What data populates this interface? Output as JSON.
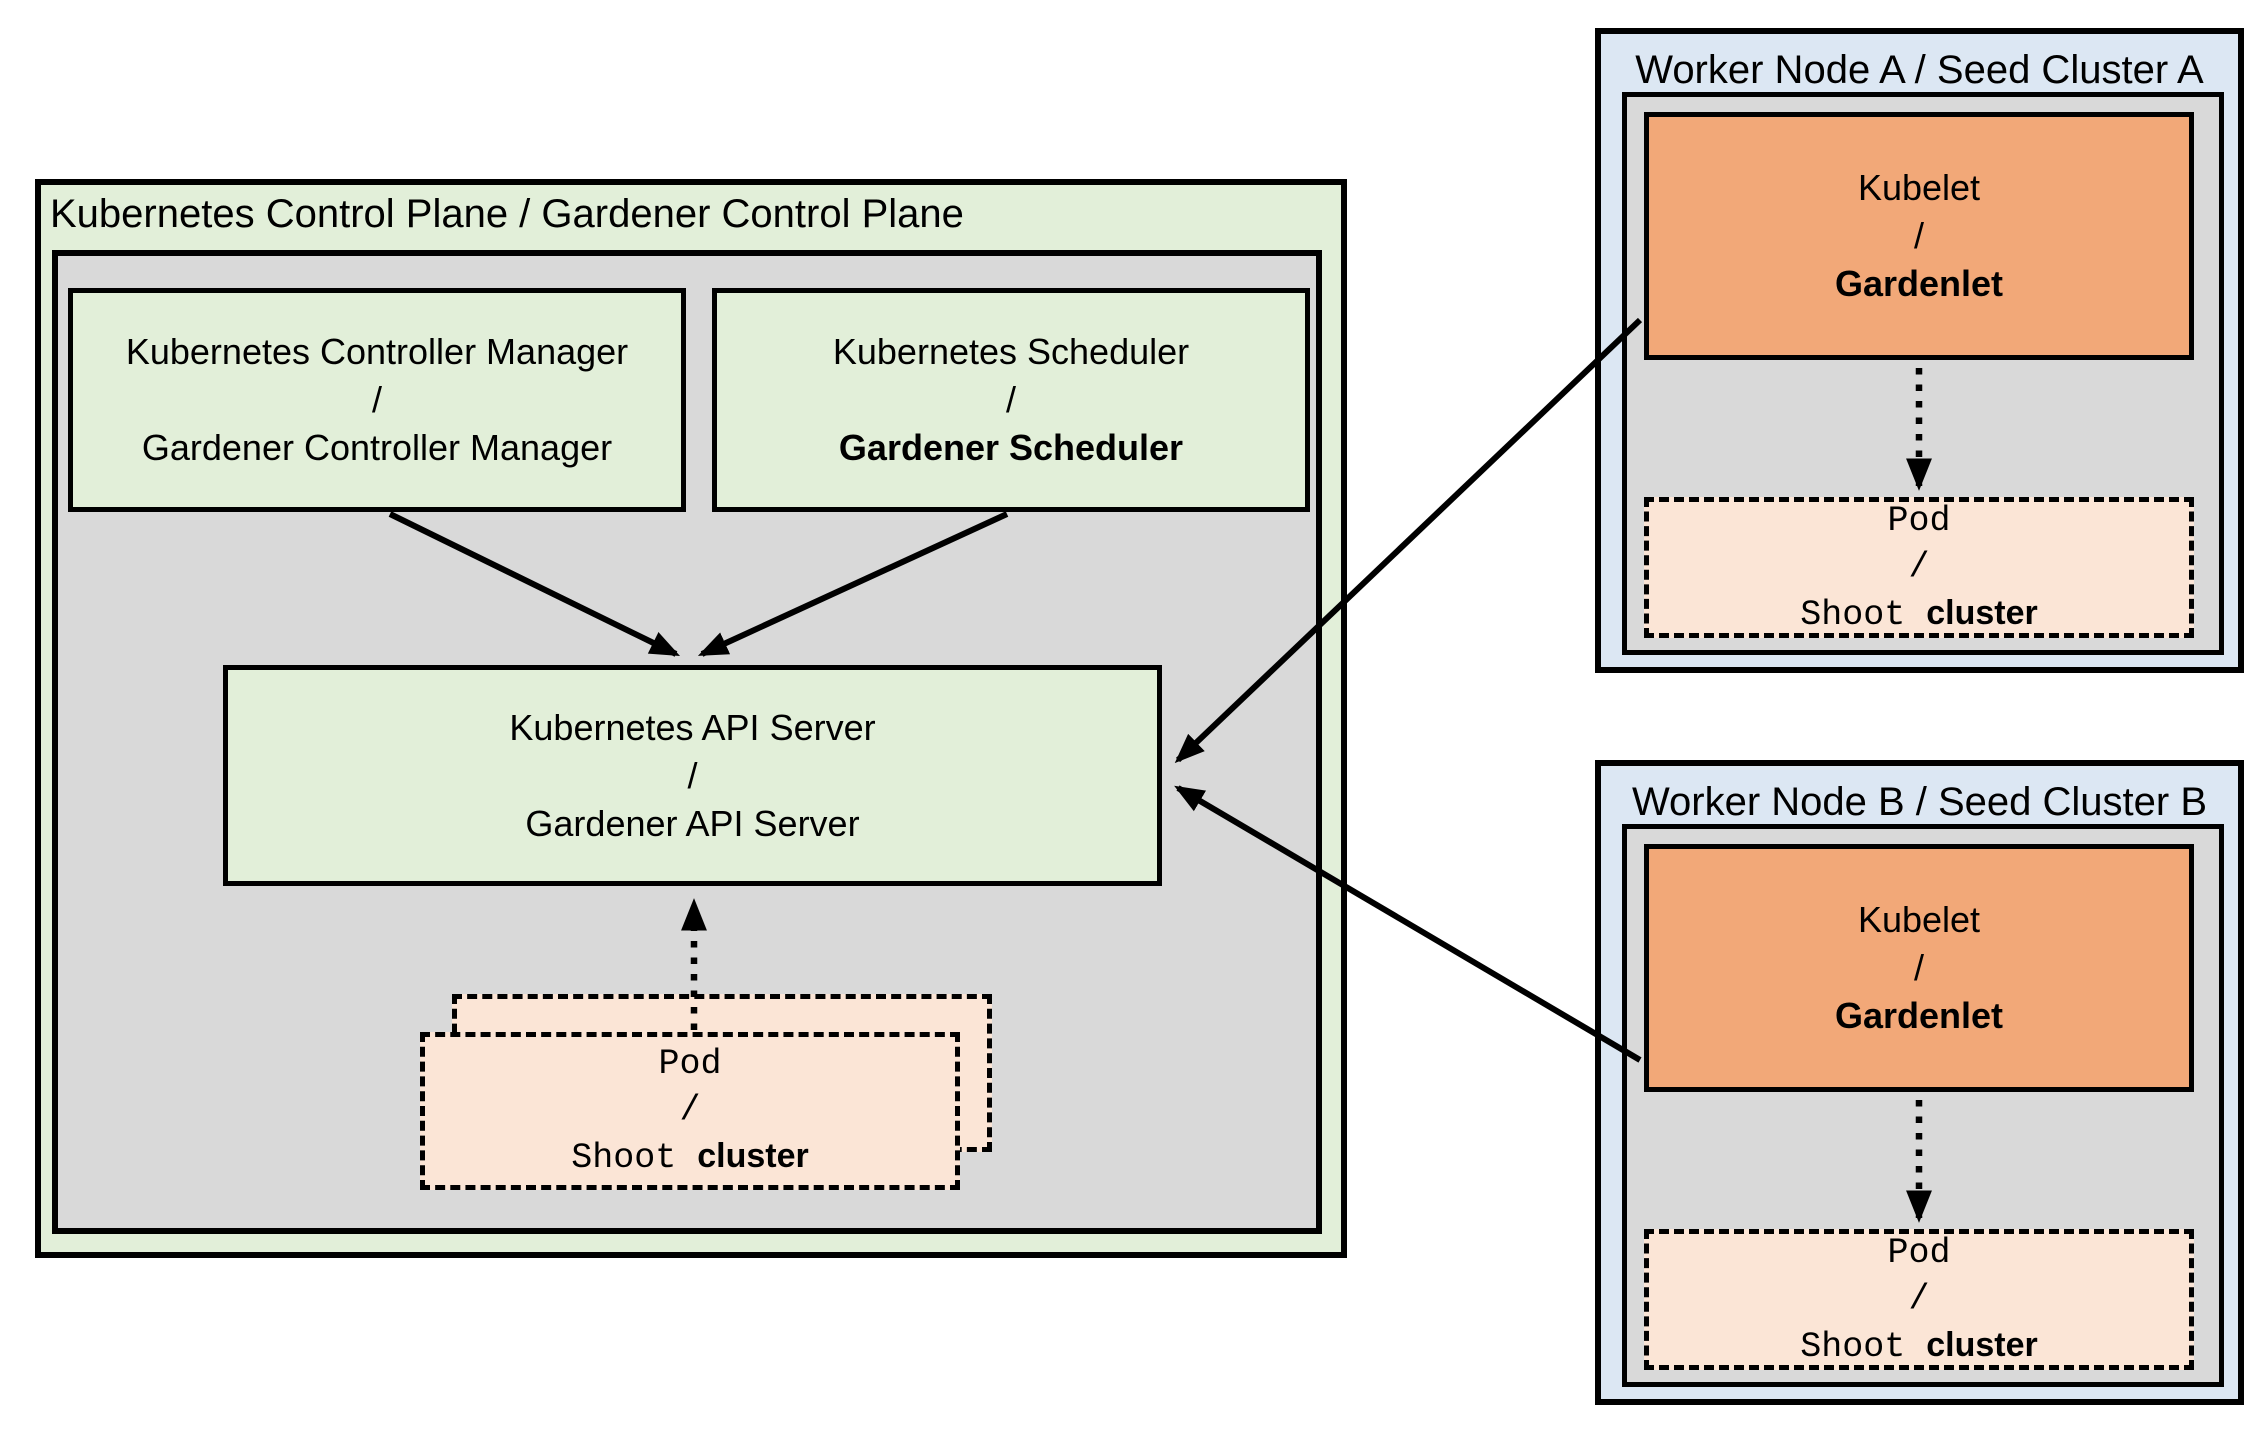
{
  "colors": {
    "green-fill": "#e2efd9",
    "gray-fill": "#d9d9d9",
    "blue-fill": "#dce7f3",
    "orange-fill": "#f2a878",
    "peach-fill": "#fbe5d6",
    "border": "#000000"
  },
  "control_plane": {
    "title": "Kubernetes Control Plane / Gardener Control Plane",
    "controller_manager": {
      "line1": "Kubernetes Controller Manager",
      "separator": "/",
      "line2": "Gardener Controller Manager"
    },
    "scheduler": {
      "line1": "Kubernetes Scheduler",
      "separator": "/",
      "line2": "Gardener Scheduler"
    },
    "api_server": {
      "line1": "Kubernetes API Server",
      "separator": "/",
      "line2": "Gardener API Server"
    },
    "pod": {
      "line1": "Pod",
      "separator": "/",
      "line2_mono": "Shoot",
      "line2_bold": "cluster"
    }
  },
  "worker_a": {
    "title": "Worker Node A / Seed Cluster A",
    "kubelet": {
      "line1": "Kubelet",
      "separator": "/",
      "line2": "Gardenlet"
    },
    "pod": {
      "line1": "Pod",
      "separator": "/",
      "line2_mono": "Shoot",
      "line2_bold": "cluster"
    }
  },
  "worker_b": {
    "title": "Worker Node B / Seed Cluster B",
    "kubelet": {
      "line1": "Kubelet",
      "separator": "/",
      "line2": "Gardenlet"
    },
    "pod": {
      "line1": "Pod",
      "separator": "/",
      "line2_mono": "Shoot",
      "line2_bold": "cluster"
    }
  }
}
